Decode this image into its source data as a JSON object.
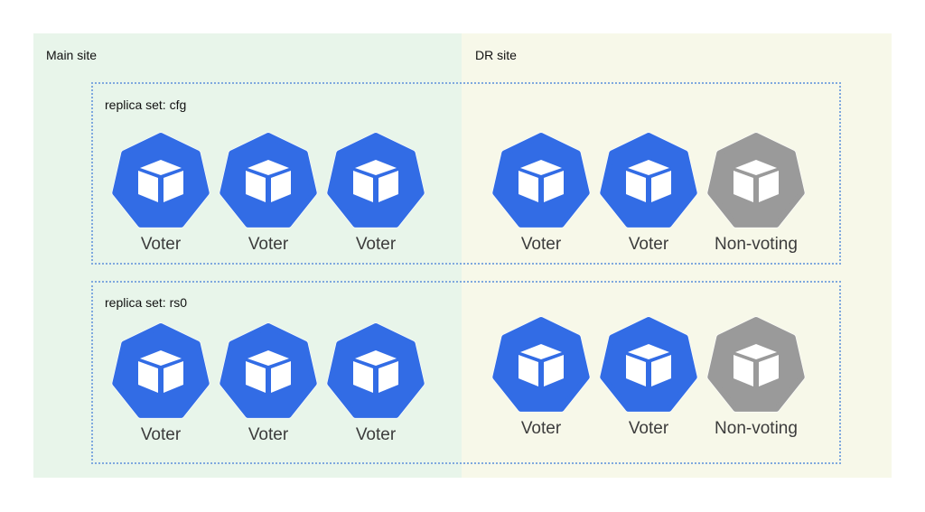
{
  "colors": {
    "main_site_bg": "#e8f5ea",
    "dr_site_bg": "#f7f8e9",
    "voter": "#326ce5",
    "non_voting": "#9a9a9a",
    "border": "#7fa8de"
  },
  "sites": {
    "main_label": "Main site",
    "dr_label": "DR site"
  },
  "replica_sets": [
    {
      "label": "replica set: cfg",
      "members": [
        {
          "role": "Voter",
          "icon": "kubernetes-pod-icon"
        },
        {
          "role": "Voter",
          "icon": "kubernetes-pod-icon"
        },
        {
          "role": "Voter",
          "icon": "kubernetes-pod-icon"
        },
        {
          "role": "Voter",
          "icon": "kubernetes-pod-icon"
        },
        {
          "role": "Voter",
          "icon": "kubernetes-pod-icon"
        },
        {
          "role": "Non-voting",
          "icon": "kubernetes-pod-icon"
        }
      ]
    },
    {
      "label": "replica set: rs0",
      "members": [
        {
          "role": "Voter",
          "icon": "kubernetes-pod-icon"
        },
        {
          "role": "Voter",
          "icon": "kubernetes-pod-icon"
        },
        {
          "role": "Voter",
          "icon": "kubernetes-pod-icon"
        },
        {
          "role": "Voter",
          "icon": "kubernetes-pod-icon"
        },
        {
          "role": "Voter",
          "icon": "kubernetes-pod-icon"
        },
        {
          "role": "Non-voting",
          "icon": "kubernetes-pod-icon"
        }
      ]
    }
  ]
}
